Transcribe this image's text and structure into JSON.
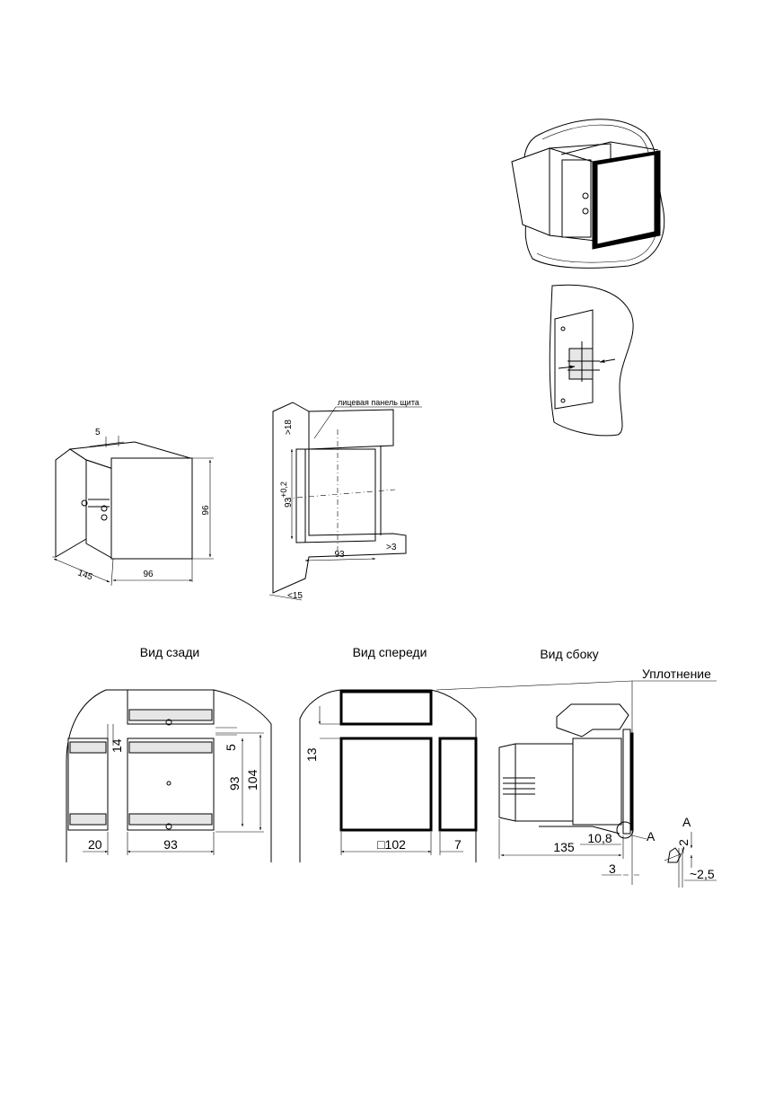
{
  "iso_view": {
    "dim_depth_top": "5",
    "dim_height": "96",
    "dim_length": "145",
    "dim_width": "96"
  },
  "cutout_view": {
    "panel_label": "лицевая панель щита",
    "dim_top_margin": ">18",
    "dim_cut_height": "93",
    "dim_cut_height_tol": "+0,2",
    "dim_cut_width": "93",
    "dim_side_margin": ">3",
    "dim_panel_thickness": "<15"
  },
  "rear_view": {
    "title": "Вид сзади",
    "dim_gap_vertical": "14",
    "dim_offset": "5",
    "dim_cut": "93",
    "dim_pitch": "104",
    "dim_gap_horizontal": "20",
    "dim_width": "93"
  },
  "front_view": {
    "title": "Вид спереди",
    "dim_gap": "13",
    "dim_square": "□102",
    "dim_side_gap": "7"
  },
  "side_view": {
    "title": "Вид сбоку",
    "seal_label": "Уплотнение",
    "dim_depth": "135",
    "dim_mount": "10,8",
    "detail_ref": "A",
    "dim_panel": "3",
    "detail_title": "A",
    "detail_dim_v": "~2",
    "detail_dim_h": "~2,5"
  }
}
